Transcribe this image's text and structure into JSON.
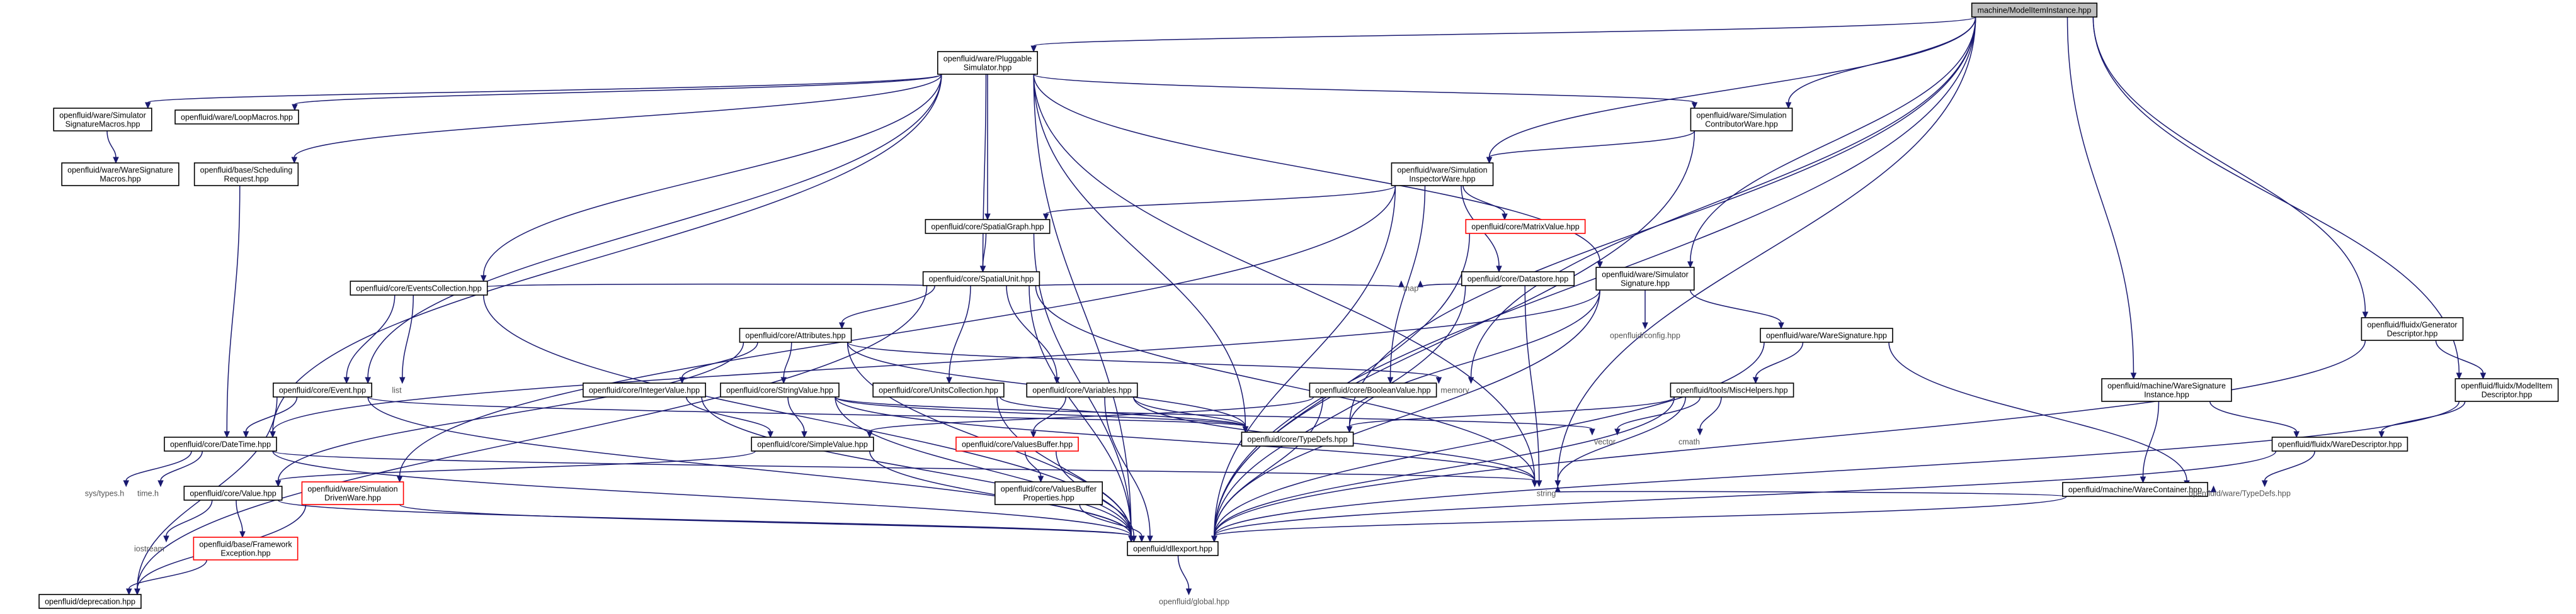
{
  "colors": {
    "root_fill": "#bfbfbf",
    "node_border": "#000000",
    "red_border": "#ff0000",
    "plain_text": "#555555",
    "edge": "#191970"
  },
  "nodes": [
    {
      "id": "root",
      "label": [
        "machine/ModelItemInstance.hpp"
      ],
      "style": "root"
    },
    {
      "id": "pluggable",
      "label": [
        "openfluid/ware/Pluggable",
        "Simulator.hpp"
      ],
      "style": "box"
    },
    {
      "id": "simsigmacros",
      "label": [
        "openfluid/ware/Simulator",
        "SignatureMacros.hpp"
      ],
      "style": "box"
    },
    {
      "id": "loopmacros",
      "label": [
        "openfluid/ware/LoopMacros.hpp"
      ],
      "style": "box"
    },
    {
      "id": "waresigmacros",
      "label": [
        "openfluid/ware/WareSignature",
        "Macros.hpp"
      ],
      "style": "box"
    },
    {
      "id": "schedreq",
      "label": [
        "openfluid/base/Scheduling",
        "Request.hpp"
      ],
      "style": "box"
    },
    {
      "id": "contribware",
      "label": [
        "openfluid/ware/Simulation",
        "ContributorWare.hpp"
      ],
      "style": "box"
    },
    {
      "id": "inspectorware",
      "label": [
        "openfluid/ware/Simulation",
        "InspectorWare.hpp"
      ],
      "style": "box"
    },
    {
      "id": "matrixvalue",
      "label": [
        "openfluid/core/MatrixValue.hpp"
      ],
      "style": "red"
    },
    {
      "id": "spatialgraph",
      "label": [
        "openfluid/core/SpatialGraph.hpp"
      ],
      "style": "box"
    },
    {
      "id": "spatialunit",
      "label": [
        "openfluid/core/SpatialUnit.hpp"
      ],
      "style": "box"
    },
    {
      "id": "datastore",
      "label": [
        "openfluid/core/Datastore.hpp"
      ],
      "style": "box"
    },
    {
      "id": "simsig",
      "label": [
        "openfluid/ware/Simulator",
        "Signature.hpp"
      ],
      "style": "box"
    },
    {
      "id": "eventscoll",
      "label": [
        "openfluid/core/EventsCollection.hpp"
      ],
      "style": "box"
    },
    {
      "id": "attributes",
      "label": [
        "openfluid/core/Attributes.hpp"
      ],
      "style": "box"
    },
    {
      "id": "map",
      "label": [
        "map"
      ],
      "style": "plain"
    },
    {
      "id": "config",
      "label": [
        "openfluid/config.hpp"
      ],
      "style": "plain"
    },
    {
      "id": "waresig",
      "label": [
        "openfluid/ware/WareSignature.hpp"
      ],
      "style": "box"
    },
    {
      "id": "gendesc",
      "label": [
        "openfluid/fluidx/Generator",
        "Descriptor.hpp"
      ],
      "style": "box"
    },
    {
      "id": "event",
      "label": [
        "openfluid/core/Event.hpp"
      ],
      "style": "box"
    },
    {
      "id": "list",
      "label": [
        "list"
      ],
      "style": "plain"
    },
    {
      "id": "integervalue",
      "label": [
        "openfluid/core/IntegerValue.hpp"
      ],
      "style": "box"
    },
    {
      "id": "stringvalue",
      "label": [
        "openfluid/core/StringValue.hpp"
      ],
      "style": "box"
    },
    {
      "id": "unitscoll",
      "label": [
        "openfluid/core/UnitsCollection.hpp"
      ],
      "style": "box"
    },
    {
      "id": "variables",
      "label": [
        "openfluid/core/Variables.hpp"
      ],
      "style": "box"
    },
    {
      "id": "booleanvalue",
      "label": [
        "openfluid/core/BooleanValue.hpp"
      ],
      "style": "box"
    },
    {
      "id": "memory",
      "label": [
        "memory"
      ],
      "style": "plain"
    },
    {
      "id": "mischelpers",
      "label": [
        "openfluid/tools/MiscHelpers.hpp"
      ],
      "style": "box"
    },
    {
      "id": "mwsiginst",
      "label": [
        "openfluid/machine/WareSignature",
        "Instance.hpp"
      ],
      "style": "box"
    },
    {
      "id": "modelitemdesc",
      "label": [
        "openfluid/fluidx/ModelItem",
        "Descriptor.hpp"
      ],
      "style": "box"
    },
    {
      "id": "datetime",
      "label": [
        "openfluid/core/DateTime.hpp"
      ],
      "style": "box"
    },
    {
      "id": "simplevalue",
      "label": [
        "openfluid/core/SimpleValue.hpp"
      ],
      "style": "box"
    },
    {
      "id": "valuesbuffer",
      "label": [
        "openfluid/core/ValuesBuffer.hpp"
      ],
      "style": "red"
    },
    {
      "id": "coretypedefs",
      "label": [
        "openfluid/core/TypeDefs.hpp"
      ],
      "style": "box"
    },
    {
      "id": "vector",
      "label": [
        "vector"
      ],
      "style": "plain"
    },
    {
      "id": "cmath",
      "label": [
        "cmath"
      ],
      "style": "plain"
    },
    {
      "id": "warecontainer",
      "label": [
        "openfluid/machine/WareContainer.hpp"
      ],
      "style": "box"
    },
    {
      "id": "waredesc",
      "label": [
        "openfluid/fluidx/WareDescriptor.hpp"
      ],
      "style": "box"
    },
    {
      "id": "systypes",
      "label": [
        "sys/types.h"
      ],
      "style": "plain"
    },
    {
      "id": "timeh",
      "label": [
        "time.h"
      ],
      "style": "plain"
    },
    {
      "id": "value",
      "label": [
        "openfluid/core/Value.hpp"
      ],
      "style": "box"
    },
    {
      "id": "drivenware",
      "label": [
        "openfluid/ware/Simulation",
        "DrivenWare.hpp"
      ],
      "style": "red"
    },
    {
      "id": "vbprops",
      "label": [
        "openfluid/core/ValuesBuffer",
        "Properties.hpp"
      ],
      "style": "box"
    },
    {
      "id": "string",
      "label": [
        "string"
      ],
      "style": "plain"
    },
    {
      "id": "waretypedefs",
      "label": [
        "openfluid/ware/TypeDefs.hpp"
      ],
      "style": "plain"
    },
    {
      "id": "iostream",
      "label": [
        "iostream"
      ],
      "style": "plain"
    },
    {
      "id": "fwexception",
      "label": [
        "openfluid/base/Framework",
        "Exception.hpp"
      ],
      "style": "red"
    },
    {
      "id": "dllexport",
      "label": [
        "openfluid/dllexport.hpp"
      ],
      "style": "box"
    },
    {
      "id": "deprecation",
      "label": [
        "openfluid/deprecation.hpp"
      ],
      "style": "box"
    },
    {
      "id": "global",
      "label": [
        "openfluid/global.hpp"
      ],
      "style": "plain"
    }
  ],
  "edges": [
    [
      "root",
      "pluggable"
    ],
    [
      "root",
      "contribware"
    ],
    [
      "root",
      "simsig"
    ],
    [
      "root",
      "string"
    ],
    [
      "root",
      "dllexport"
    ],
    [
      "root",
      "coretypedefs"
    ],
    [
      "root",
      "memory"
    ],
    [
      "root",
      "mwsiginst"
    ],
    [
      "root",
      "gendesc"
    ],
    [
      "root",
      "modelitemdesc"
    ],
    [
      "root",
      "inspectorware"
    ],
    [
      "pluggable",
      "simsigmacros"
    ],
    [
      "pluggable",
      "loopmacros"
    ],
    [
      "pluggable",
      "schedreq"
    ],
    [
      "pluggable",
      "contribware"
    ],
    [
      "pluggable",
      "spatialgraph"
    ],
    [
      "pluggable",
      "spatialunit"
    ],
    [
      "pluggable",
      "eventscoll"
    ],
    [
      "pluggable",
      "datetime"
    ],
    [
      "pluggable",
      "coretypedefs"
    ],
    [
      "pluggable",
      "dllexport"
    ],
    [
      "pluggable",
      "string"
    ],
    [
      "pluggable",
      "simsig"
    ],
    [
      "pluggable",
      "event"
    ],
    [
      "simsigmacros",
      "waresigmacros"
    ],
    [
      "schedreq",
      "datetime"
    ],
    [
      "contribware",
      "inspectorware"
    ],
    [
      "contribware",
      "dllexport"
    ],
    [
      "inspectorware",
      "spatialgraph"
    ],
    [
      "inspectorware",
      "matrixvalue"
    ],
    [
      "inspectorware",
      "datastore"
    ],
    [
      "inspectorware",
      "drivenware"
    ],
    [
      "inspectorware",
      "dllexport"
    ],
    [
      "inspectorware",
      "booleanvalue"
    ],
    [
      "matrixvalue",
      "dllexport"
    ],
    [
      "spatialgraph",
      "spatialunit"
    ],
    [
      "spatialgraph",
      "dllexport"
    ],
    [
      "spatialunit",
      "eventscoll"
    ],
    [
      "spatialunit",
      "attributes"
    ],
    [
      "spatialunit",
      "unitscoll"
    ],
    [
      "spatialunit",
      "variables"
    ],
    [
      "spatialunit",
      "map"
    ],
    [
      "spatialunit",
      "dllexport"
    ],
    [
      "spatialunit",
      "string"
    ],
    [
      "spatialunit",
      "deprecation"
    ],
    [
      "datastore",
      "map"
    ],
    [
      "datastore",
      "string"
    ],
    [
      "datastore",
      "dllexport"
    ],
    [
      "simsig",
      "datetime"
    ],
    [
      "simsig",
      "config"
    ],
    [
      "simsig",
      "waresig"
    ],
    [
      "simsig",
      "coretypedefs"
    ],
    [
      "simsig",
      "dllexport"
    ],
    [
      "eventscoll",
      "event"
    ],
    [
      "eventscoll",
      "list"
    ],
    [
      "eventscoll",
      "dllexport"
    ],
    [
      "attributes",
      "integervalue"
    ],
    [
      "attributes",
      "stringvalue"
    ],
    [
      "attributes",
      "memory"
    ],
    [
      "attributes",
      "coretypedefs"
    ],
    [
      "attributes",
      "dllexport"
    ],
    [
      "attributes",
      "value"
    ],
    [
      "waresig",
      "mischelpers"
    ],
    [
      "waresig",
      "waretypedefs"
    ],
    [
      "waresig",
      "dllexport"
    ],
    [
      "gendesc",
      "modelitemdesc"
    ],
    [
      "gendesc",
      "dllexport"
    ],
    [
      "event",
      "datetime"
    ],
    [
      "event",
      "coretypedefs"
    ],
    [
      "event",
      "dllexport"
    ],
    [
      "event",
      "deprecation"
    ],
    [
      "integervalue",
      "simplevalue"
    ],
    [
      "integervalue",
      "dllexport"
    ],
    [
      "stringvalue",
      "simplevalue"
    ],
    [
      "stringvalue",
      "vector"
    ],
    [
      "stringvalue",
      "coretypedefs"
    ],
    [
      "stringvalue",
      "dllexport"
    ],
    [
      "stringvalue",
      "string"
    ],
    [
      "unitscoll",
      "coretypedefs"
    ],
    [
      "unitscoll",
      "dllexport"
    ],
    [
      "variables",
      "valuesbuffer"
    ],
    [
      "variables",
      "coretypedefs"
    ],
    [
      "variables",
      "dllexport"
    ],
    [
      "variables",
      "string"
    ],
    [
      "booleanvalue",
      "simplevalue"
    ],
    [
      "booleanvalue",
      "dllexport"
    ],
    [
      "mischelpers",
      "vector"
    ],
    [
      "mischelpers",
      "cmath"
    ],
    [
      "mischelpers",
      "string"
    ],
    [
      "mischelpers",
      "coretypedefs"
    ],
    [
      "mischelpers",
      "dllexport"
    ],
    [
      "mwsiginst",
      "warecontainer"
    ],
    [
      "mwsiginst",
      "waredesc"
    ],
    [
      "modelitemdesc",
      "waredesc"
    ],
    [
      "modelitemdesc",
      "dllexport"
    ],
    [
      "datetime",
      "systypes"
    ],
    [
      "datetime",
      "timeh"
    ],
    [
      "datetime",
      "string"
    ],
    [
      "datetime",
      "dllexport"
    ],
    [
      "simplevalue",
      "value"
    ],
    [
      "simplevalue",
      "dllexport"
    ],
    [
      "valuesbuffer",
      "vbprops"
    ],
    [
      "valuesbuffer",
      "dllexport"
    ],
    [
      "warecontainer",
      "string"
    ],
    [
      "warecontainer",
      "waretypedefs"
    ],
    [
      "warecontainer",
      "dllexport"
    ],
    [
      "waredesc",
      "waretypedefs"
    ],
    [
      "waredesc",
      "dllexport"
    ],
    [
      "value",
      "iostream"
    ],
    [
      "value",
      "fwexception"
    ],
    [
      "value",
      "dllexport"
    ],
    [
      "drivenware",
      "dllexport"
    ],
    [
      "drivenware",
      "deprecation"
    ],
    [
      "vbprops",
      "dllexport"
    ],
    [
      "fwexception",
      "deprecation"
    ],
    [
      "dllexport",
      "global"
    ]
  ]
}
